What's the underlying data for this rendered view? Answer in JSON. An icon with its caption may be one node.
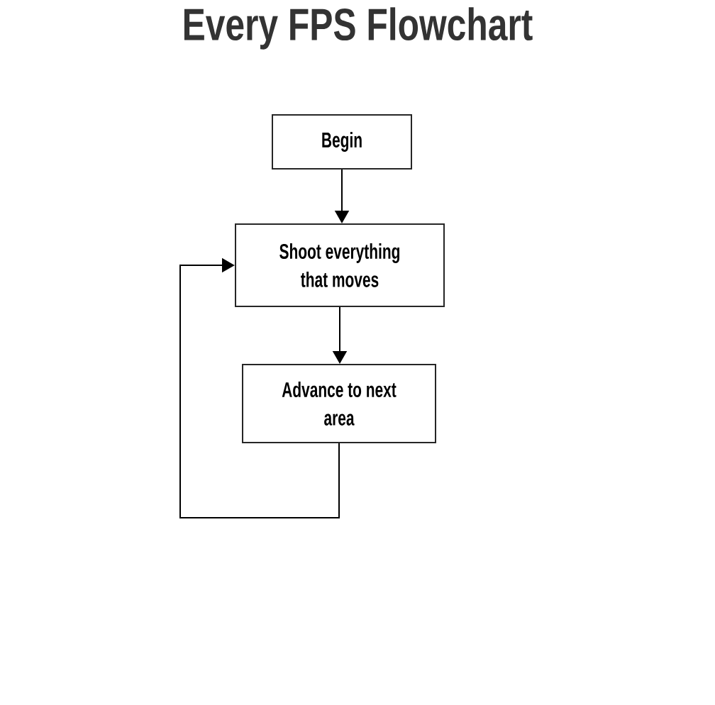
{
  "diagram": {
    "title": "Every FPS Flowchart",
    "nodes": [
      {
        "text": [
          "Begin"
        ]
      },
      {
        "text": [
          "Shoot everything that moves"
        ]
      },
      {
        "text": [
          "Advance to next area"
        ]
      }
    ],
    "edges": [
      {
        "from": 0,
        "to": 1,
        "arrow": "to"
      },
      {
        "from": 1,
        "to": 2,
        "arrow": "to"
      },
      {
        "from": 2,
        "to": 1,
        "arrow": "to"
      }
    ]
  }
}
